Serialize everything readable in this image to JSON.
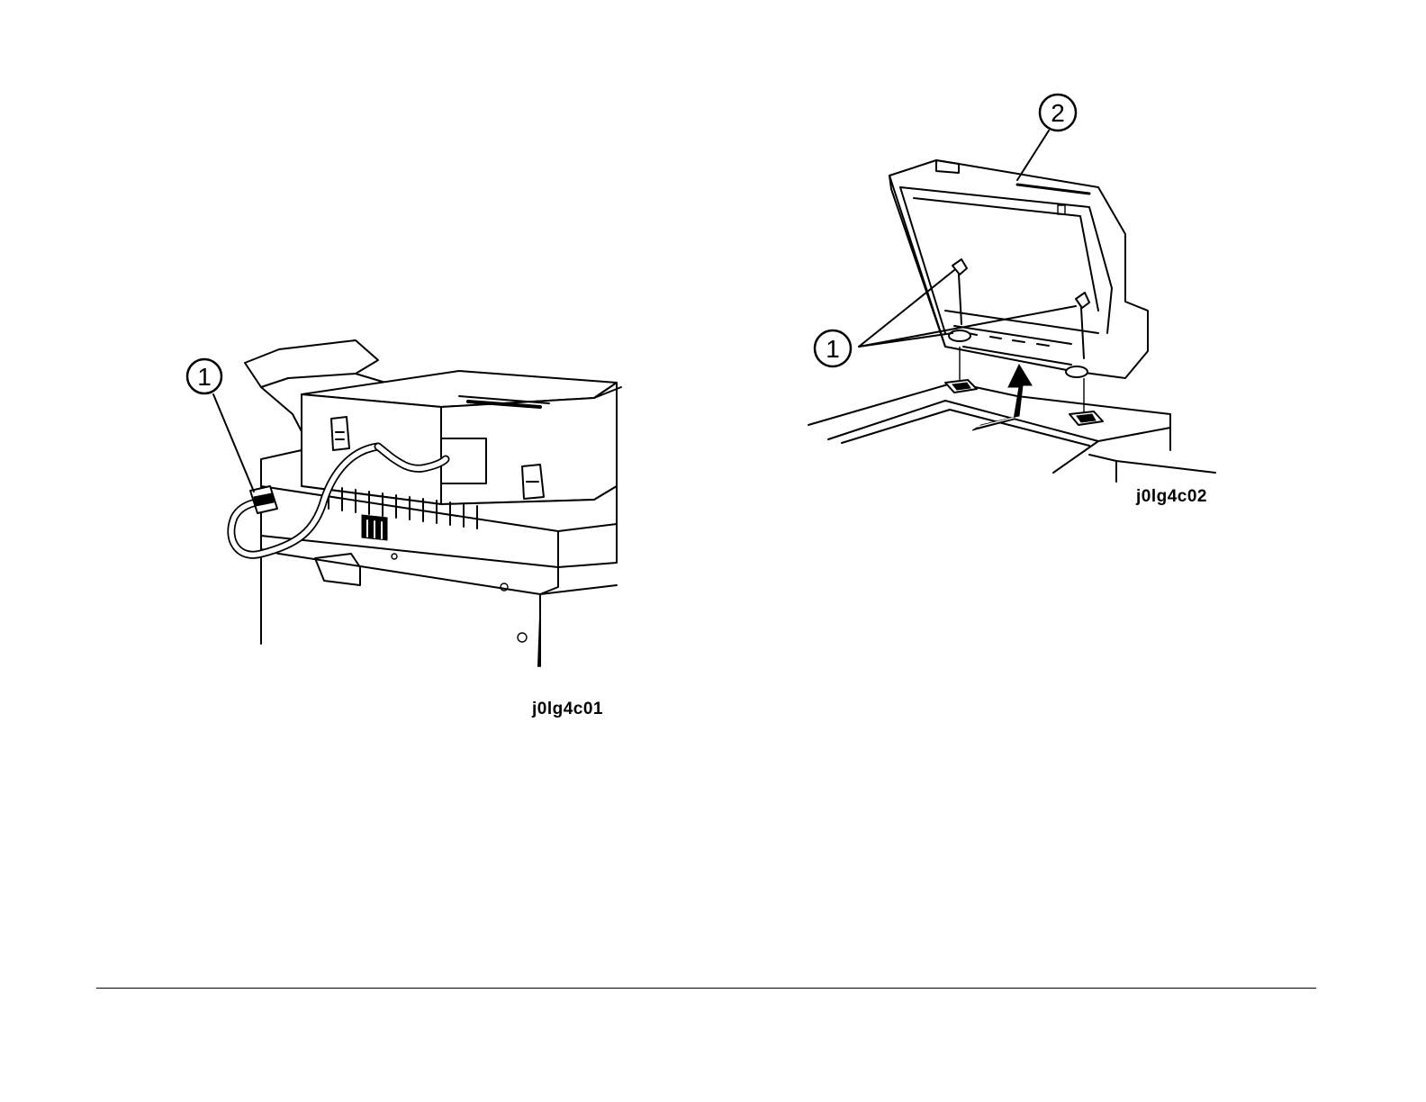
{
  "figures": [
    {
      "label": "j0lg4c01",
      "callouts": [
        "1"
      ]
    },
    {
      "label": "j0lg4c02",
      "callouts": [
        "1",
        "2"
      ]
    }
  ]
}
